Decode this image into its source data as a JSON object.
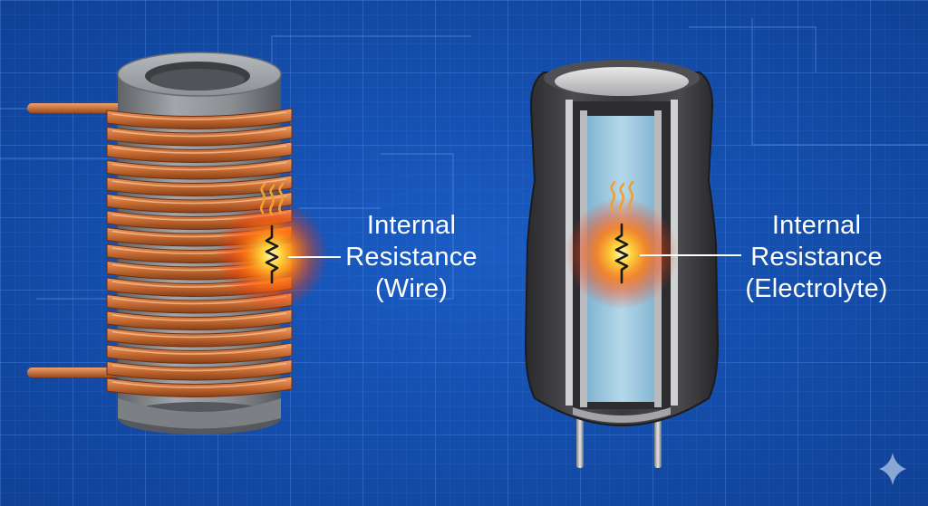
{
  "inductor": {
    "label_lines": [
      "Internal",
      "Resistance",
      "(Wire)"
    ]
  },
  "capacitor": {
    "label_lines": [
      "Internal",
      "Resistance",
      "(Electrolyte)"
    ]
  },
  "colors": {
    "background": "#1552b3",
    "grid": "#3a78d4",
    "copper": "#c8662e",
    "core_gray": "#8a8d92",
    "capacitor_body": "#3a3a3d",
    "electrolyte": "#9cc8df",
    "heat_glow": "#ff6a00",
    "label_text": "#ffffff"
  },
  "icons": [
    "heat-waves-icon",
    "resistor-symbol-icon",
    "sparkle-icon"
  ]
}
